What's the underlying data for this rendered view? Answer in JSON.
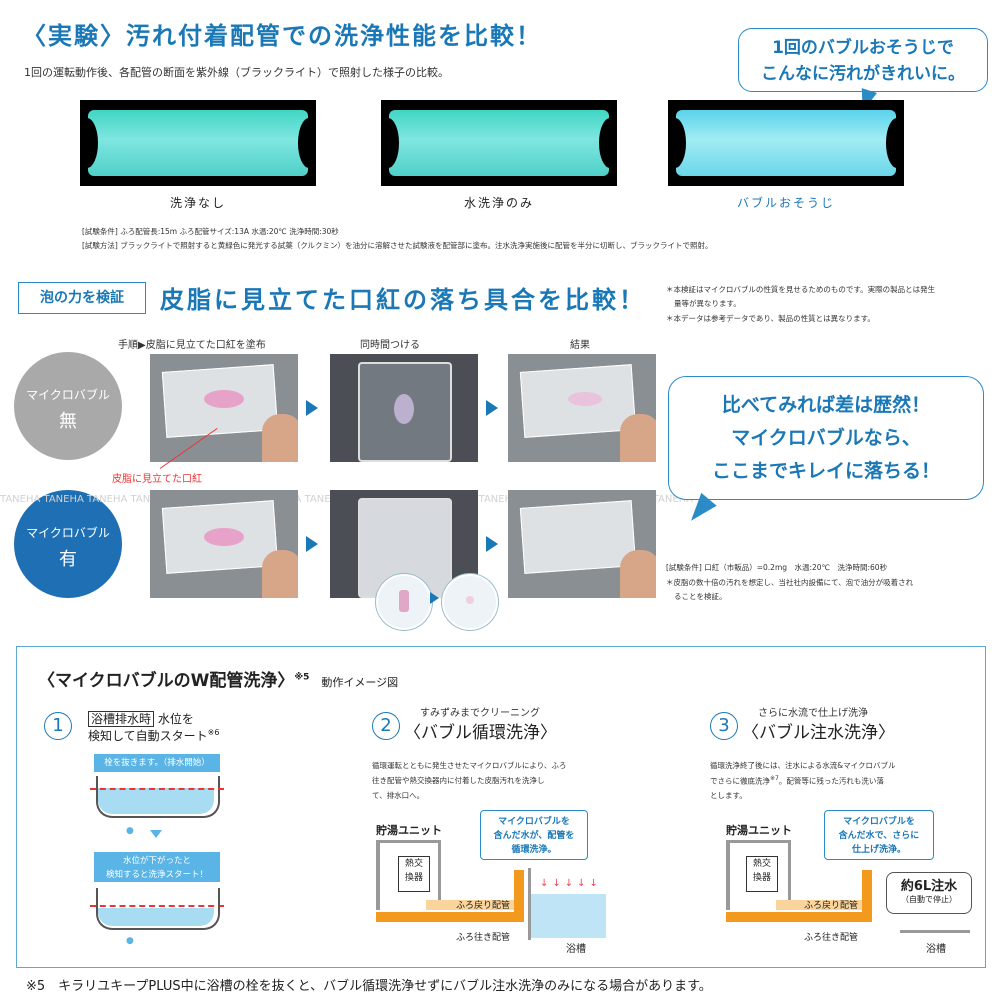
{
  "experiment": {
    "title": "〈実験〉汚れ付着配管での洗浄性能を比較！",
    "subtitle": "1回の運転動作後、各配管の断面を紫外線（ブラックライト）で照射した様子の比較。",
    "callout_line1": "1回のバブルおそうじで",
    "callout_line2": "こんなに汚れがきれいに。",
    "captions": [
      "洗浄なし",
      "水洗浄のみ",
      "バブルおそうじ"
    ],
    "condition": "[試験条件] ふろ配管長:15m ふろ配管サイズ:13A 水温:20℃ 洗浄時間:30秒",
    "method": "[試験方法] ブラックライトで照射すると黄緑色に発光する試薬（クルクミン）を油分に溶解させた試験液を配管部に塗布。注水洗浄実施後に配管を半分に切断し、ブラックライトで照射。"
  },
  "foam": {
    "tag": "泡の力を検証",
    "title": "皮脂に見立てた口紅の落ち具合を比較！",
    "note1": "＊本検証はマイクロバブルの性質を見せるためのものです。実際の製品とは発生",
    "note1b": "量等が異なります。",
    "note2": "＊本データは参考データであり、製品の性質とは異なります。",
    "step_labels": [
      "手順▶皮脂に見立てた口紅を塗布",
      "同時間つける",
      "結果"
    ],
    "row_none_top": "マイクロバブル",
    "row_none_bottom": "無",
    "row_with_top": "マイクロバブル",
    "row_with_bottom": "有",
    "lipstick_label": "皮脂に見立てた口紅",
    "watermark": "TANEHA TANEHA TANEHA TANEHA TANEHA TANEHA TANEHA TANEHA TANEHA TANEHA TANEHA TANEHA TANEHA TANEHA TANEHA TANEHA",
    "bubble_line1": "比べてみれば差は歴然！",
    "bubble_line2": "マイクロバブルなら、",
    "bubble_line3": "ここまでキレイに落ちる！",
    "cond": "[試験条件] 口紅（市販品）=0.2mg　水温:20℃　洗浄時間:60秒",
    "cond2a": "＊皮脂の数十倍の汚れを想定し、当社社内設備にて、泡で油分が吸着され",
    "cond2b": "ることを検証。"
  },
  "wpipe": {
    "title": "〈マイクロバブルのW配管洗浄〉",
    "title_sup": "※5",
    "title_sub": "動作イメージ図",
    "s1_num": "1",
    "s1_box": "浴槽排水時",
    "s1_text1": "水位を",
    "s1_text2": "検知して自動スタート",
    "s1_sup": "※6",
    "s1_bar1": "栓を抜きます。（排水開始）",
    "s1_bar2a": "水位が下がったと",
    "s1_bar2b": "検知すると洗浄スタート！",
    "s2_num": "2",
    "s2_small": "すみずみまでクリーニング",
    "s2_title": "〈バブル循環洗浄〉",
    "s2_d1": "循環運転とともに発生させたマイクロバブルにより、ふろ",
    "s2_d2": "往き配管や熱交換器内に付着した皮脂汚れを洗浄し",
    "s2_d3": "て、排水口へ。",
    "s2_unit": "貯湯ユニット",
    "s2_note1": "マイクロバブルを",
    "s2_note2": "含んだ水が、配管を",
    "s2_note3": "循環洗浄。",
    "s2_hx1": "熱交",
    "s2_hx2": "換器",
    "s2_return": "ふろ戻り配管",
    "s2_go": "ふろ往き配管",
    "s2_tub": "浴槽",
    "s3_num": "3",
    "s3_small": "さらに水流で仕上げ洗浄",
    "s3_title": "〈バブル注水洗浄〉",
    "s3_d1": "循環洗浄終了後には、注水による水流&マイクロバブル",
    "s3_d2": "でさらに徹底洗浄",
    "s3_sup": "※7",
    "s3_d2b": "。配管等に残った汚れも洗い落",
    "s3_d3": "とします。",
    "s3_unit": "貯湯ユニット",
    "s3_note1": "マイクロバブルを",
    "s3_note2": "含んだ水で、さらに",
    "s3_note3": "仕上げ洗浄。",
    "s3_hx1": "熱交",
    "s3_hx2": "換器",
    "s3_return": "ふろ戻り配管",
    "s3_go": "ふろ往き配管",
    "s3_tub": "浴槽",
    "s3_fill1": "約6L注水",
    "s3_fill2": "（自動で停止）"
  },
  "footnote": "※5　キラリユキープPLUS中に浴槽の栓を抜くと、バブル循環洗浄せずにバブル注水洗浄のみになる場合があります。",
  "colors": {
    "accent": "#1b78b6",
    "grey_circle": "#a9a9a9",
    "blue_circle": "#1f6fb5",
    "orange": "#f39a1e"
  }
}
